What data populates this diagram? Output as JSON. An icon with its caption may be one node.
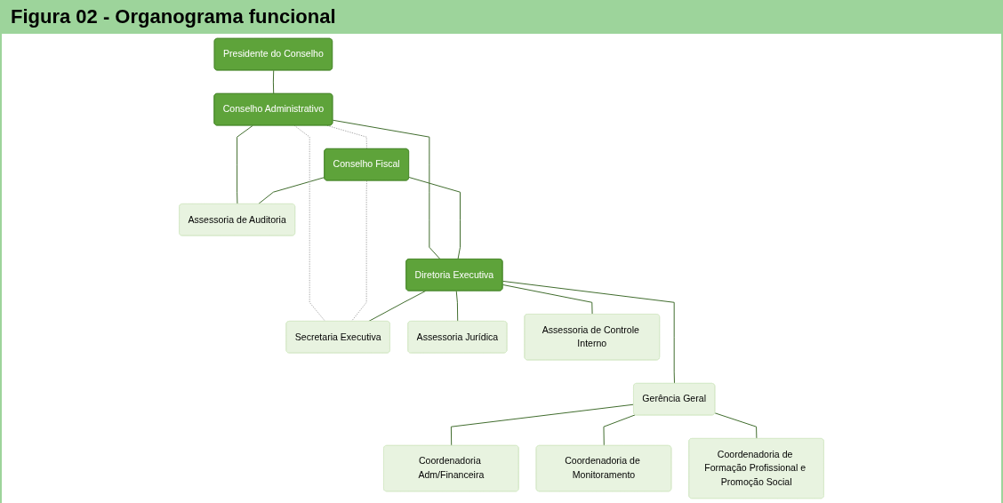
{
  "diagram": {
    "title": "Figura 02 - Organograma funcional",
    "nodes": [
      {
        "text": [
          "Presidente do Conselho"
        ]
      },
      {
        "text": [
          "Conselho Administrativo"
        ]
      },
      {
        "text": [
          "Conselho Fiscal"
        ]
      },
      {
        "text": [
          "Assessoria de Auditoria"
        ]
      },
      {
        "text": [
          "Diretoria Executiva"
        ]
      },
      {
        "text": [
          "Secretaria Executiva"
        ]
      },
      {
        "text": [
          "Assessoria Jurídica"
        ]
      },
      {
        "text": [
          "Assessoria de Controle Interno"
        ]
      },
      {
        "text": [
          "Gerência Geral"
        ]
      },
      {
        "text": [
          "Coordenadoria Adm/Financeira"
        ]
      },
      {
        "text": [
          "Coordenadoria de Monitoramento"
        ]
      },
      {
        "text": [
          "Coordenadoria de Formação Profissional e Promoção Social"
        ]
      }
    ],
    "edges": [
      {
        "from": 0,
        "to": 1,
        "arrow": "none"
      },
      {
        "from": 1,
        "to": 2,
        "arrow": "none",
        "style": "dashed",
        "color": "#a6a6a6"
      },
      {
        "from": 1,
        "to": 4,
        "arrow": "none"
      },
      {
        "from": 2,
        "to": 4,
        "arrow": "none"
      },
      {
        "from": 1,
        "to": 3,
        "arrow": "none"
      },
      {
        "from": 2,
        "to": 3,
        "arrow": "none"
      },
      {
        "from": 1,
        "to": 5,
        "arrow": "none",
        "style": "dashed",
        "color": "#a6a6a6"
      },
      {
        "from": 2,
        "to": 5,
        "arrow": "none",
        "style": "dashed",
        "color": "#a6a6a6"
      },
      {
        "from": 4,
        "to": 5,
        "arrow": "none"
      },
      {
        "from": 4,
        "to": 6,
        "arrow": "none"
      },
      {
        "from": 4,
        "to": 7,
        "arrow": "none"
      },
      {
        "from": 4,
        "to": 8,
        "arrow": "none"
      },
      {
        "from": 8,
        "to": 9,
        "arrow": "none"
      },
      {
        "from": 8,
        "to": 10,
        "arrow": "none"
      },
      {
        "from": 8,
        "to": 11,
        "arrow": "none"
      }
    ]
  }
}
